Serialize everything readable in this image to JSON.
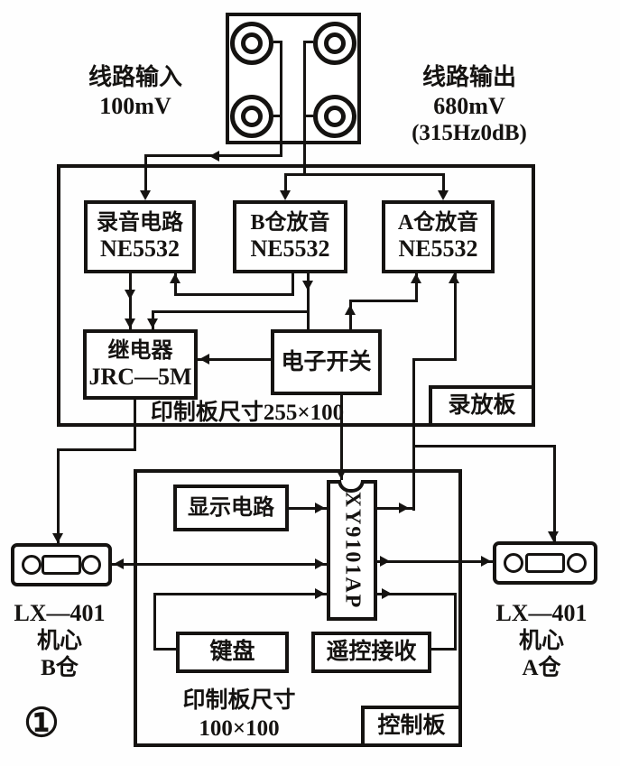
{
  "colors": {
    "ink": "#151311",
    "paper": "#ffffff"
  },
  "labels": {
    "line_input": {
      "title": "线路输入",
      "value": "100mV"
    },
    "line_output": {
      "title": "线路输出",
      "value": "680mV",
      "note": "(315Hz0dB)"
    },
    "figure_number": "①"
  },
  "record_play_board": {
    "tag": "录放板",
    "pcb_size": "印制板尺寸255×100",
    "blocks": {
      "record_circuit": {
        "line1": "录音电路",
        "line2": "NE5532"
      },
      "deck_b_playback": {
        "line1": "B仓放音",
        "line2": "NE5532"
      },
      "deck_a_playback": {
        "line1": "A仓放音",
        "line2": "NE5532"
      },
      "relay": {
        "line1": "继电器",
        "line2": "JRC—5M"
      },
      "electronic_switch": {
        "line1": "电子开关"
      }
    }
  },
  "control_board": {
    "tag": "控制板",
    "pcb_size_line1": "印制板尺寸",
    "pcb_size_line2": "100×100",
    "blocks": {
      "display_circuit": "显示电路",
      "controller_ic": "XY9101AP",
      "keyboard": "键盘",
      "remote_receiver": "遥控接收"
    }
  },
  "decks": {
    "left": {
      "model": "LX—401",
      "mechanism": "机心",
      "bay": "B仓"
    },
    "right": {
      "model": "LX—401",
      "mechanism": "机心",
      "bay": "A仓"
    }
  }
}
